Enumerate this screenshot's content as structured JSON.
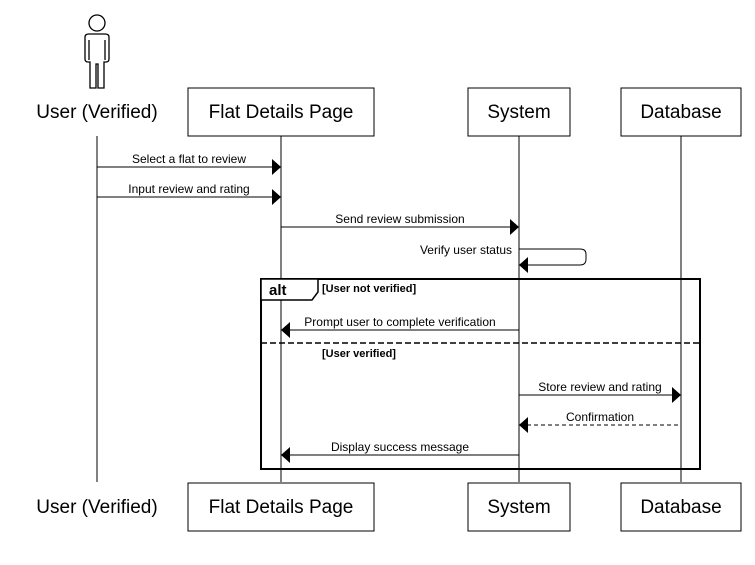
{
  "participants": {
    "user": "User (Verified)",
    "flat_details": "Flat Details Page",
    "system": "System",
    "database": "Database"
  },
  "messages": {
    "m1": "Select a flat to review",
    "m2": "Input review and rating",
    "m3": "Send review submission",
    "m4": "Verify user status",
    "m5": "Prompt user to complete verification",
    "m6": "Store review and rating",
    "m7": "Confirmation",
    "m8": "Display success message"
  },
  "fragment": {
    "keyword": "alt",
    "guard_1": "[User not verified]",
    "guard_2": "[User verified]"
  }
}
